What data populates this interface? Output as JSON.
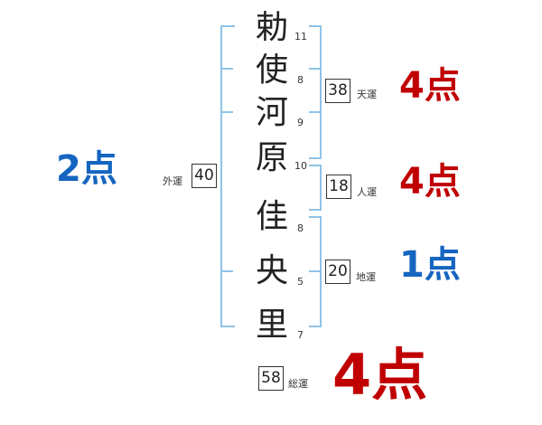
{
  "name_chars": [
    {
      "char": "勅",
      "strokes": "11"
    },
    {
      "char": "使",
      "strokes": "8"
    },
    {
      "char": "河",
      "strokes": "9"
    },
    {
      "char": "原",
      "strokes": "10"
    },
    {
      "char": "佳",
      "strokes": "8"
    },
    {
      "char": "央",
      "strokes": "5"
    },
    {
      "char": "里",
      "strokes": "7"
    }
  ],
  "fortunes": {
    "tenkaku": {
      "label": "天運",
      "value": "38",
      "score": "4点"
    },
    "jinkaku": {
      "label": "人運",
      "value": "18",
      "score": "4点"
    },
    "chikaku": {
      "label": "地運",
      "value": "20",
      "score": "1点"
    },
    "gaikaku": {
      "label": "外運",
      "value": "40",
      "score": "2点"
    },
    "soukaku": {
      "label": "総運",
      "value": "58",
      "score": "4点"
    }
  },
  "colors": {
    "good": "#c00000",
    "bad": "#1565c0",
    "bracket": "#8ec3e8"
  }
}
